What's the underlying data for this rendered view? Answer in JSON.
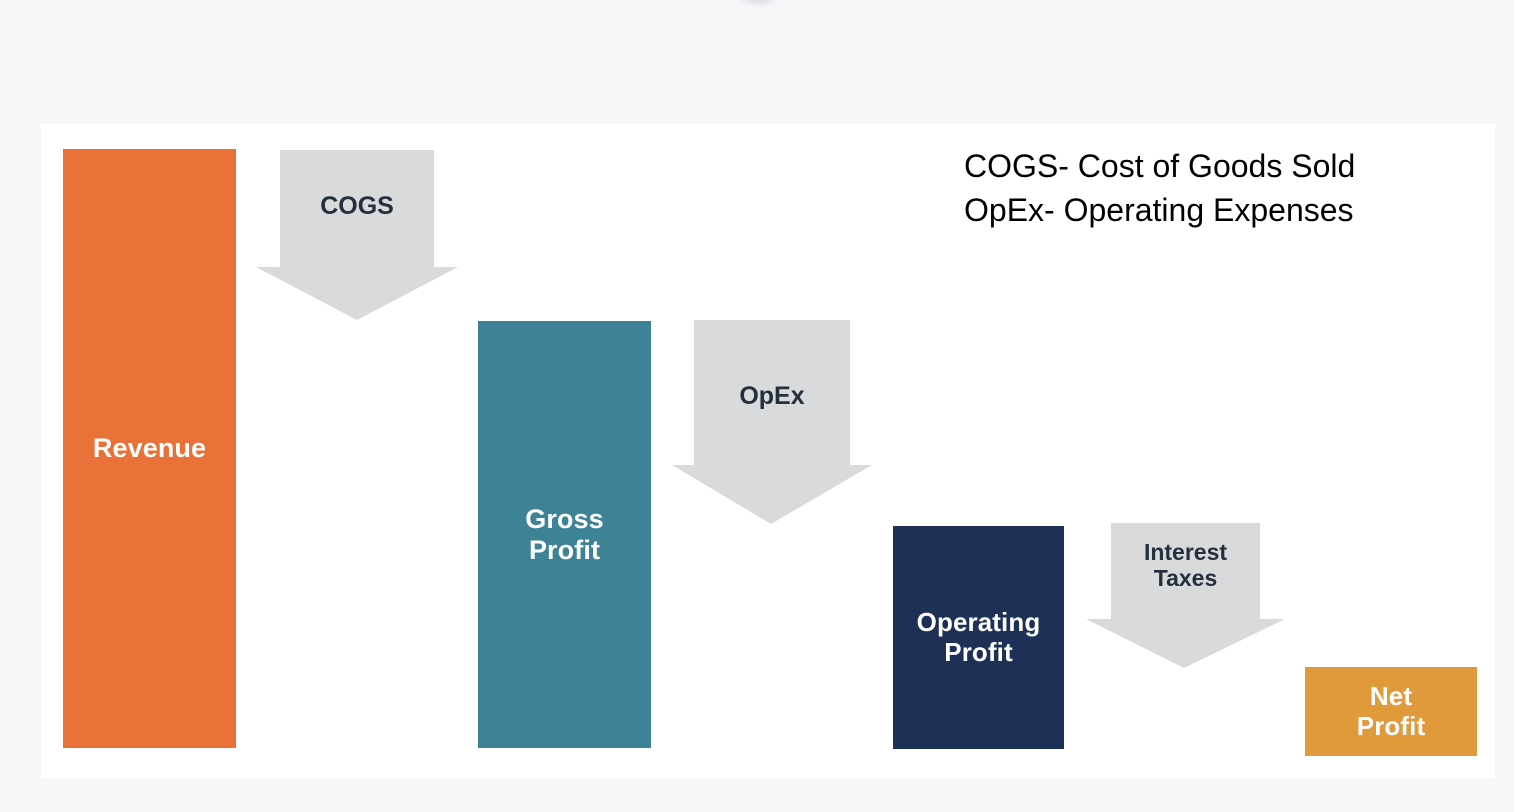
{
  "chart_data": {
    "type": "bar",
    "title": "",
    "subtitle": "",
    "xlabel": "",
    "ylabel": "",
    "grid": false,
    "legend_position": "top-right",
    "description": "Income statement waterfall bridge: Revenue less COGS gives Gross Profit, less OpEx gives Operating Profit, less Interest and Taxes gives Net Profit.",
    "categories": [
      "Revenue",
      "Gross Profit",
      "Operating Profit",
      "Net Profit"
    ],
    "values": [
      599,
      427,
      223,
      89
    ],
    "value_unit": "relative bar height (px)",
    "deductions": [
      "COGS",
      "OpEx",
      "Interest Taxes"
    ],
    "colors": [
      "#e87237",
      "#3e8395",
      "#1e3055",
      "#e09a3c"
    ]
  },
  "canvas": {
    "background": "#ffffff",
    "page_background": "#f6f7f9"
  },
  "bars": [
    {
      "key": "revenue",
      "label": "Revenue",
      "color": "#e87237",
      "text_color": "#ffffff"
    },
    {
      "key": "gross_profit",
      "label": "Gross\nProfit",
      "color": "#3e8395",
      "text_color": "#ffffff"
    },
    {
      "key": "operating_profit",
      "label": "Operating\nProfit",
      "color": "#1e3055",
      "text_color": "#ffffff"
    },
    {
      "key": "net_profit",
      "label": "Net\nProfit",
      "color": "#e09a3c",
      "text_color": "#ffffff"
    }
  ],
  "arrows": [
    {
      "key": "cogs",
      "label": "COGS",
      "color": "#d9dadb",
      "text_color": "#25303f"
    },
    {
      "key": "opex",
      "label": "OpEx",
      "color": "#d9dadb",
      "text_color": "#25303f"
    },
    {
      "key": "interest_taxes",
      "label": "Interest\nTaxes",
      "color": "#d9dadb",
      "text_color": "#25303f"
    }
  ],
  "legend": {
    "line1": "COGS- Cost of Goods Sold",
    "line2": "OpEx- Operating Expenses",
    "text_color": "#000000"
  }
}
